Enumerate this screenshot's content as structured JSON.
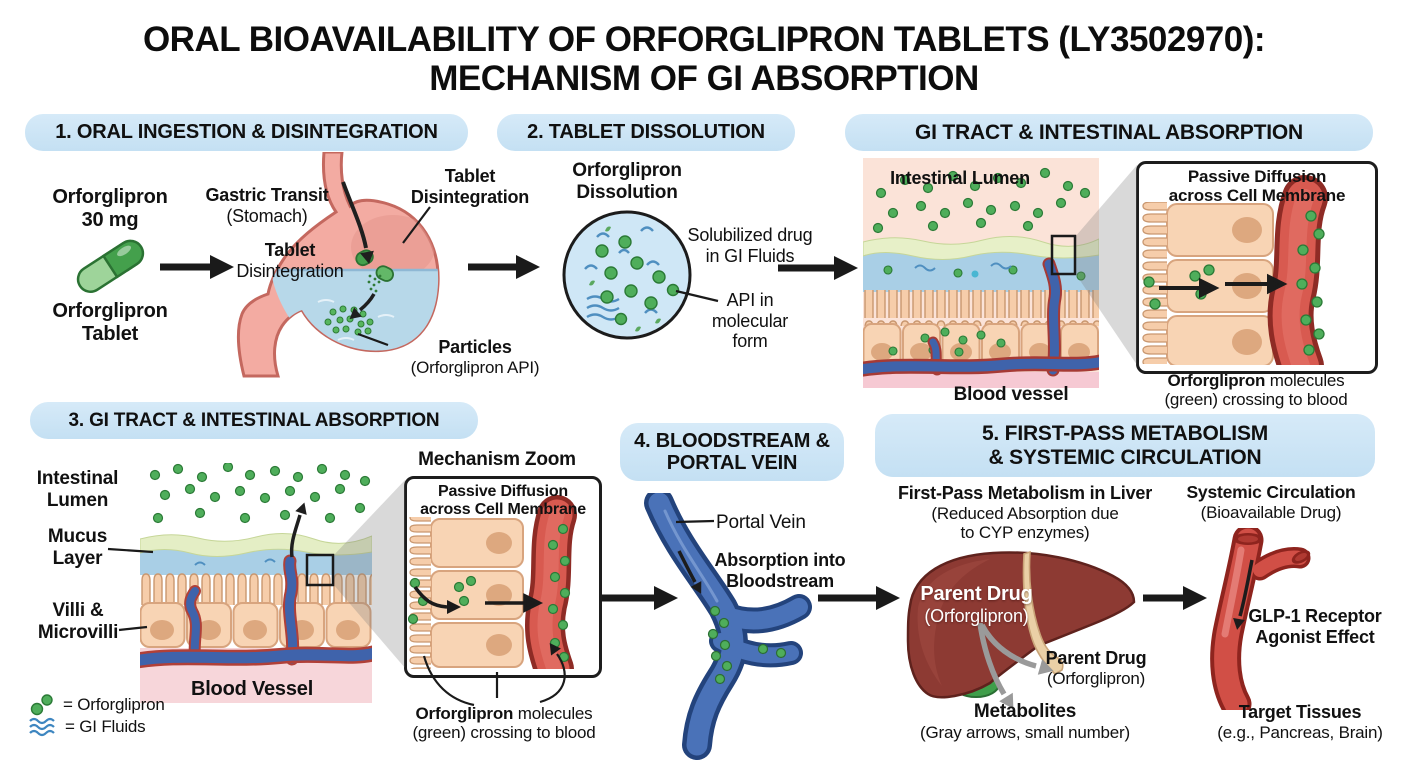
{
  "title": {
    "line1": "ORAL BIOAVAILABILITY OF ORFORGLIPRON TABLETS (LY3502970):",
    "line2": "MECHANISM OF GI ABSORPTION"
  },
  "colors": {
    "header_pill_bg": "#cde6f7",
    "molecule_green": "#4fae5b",
    "gi_fluid_blue": "#a9cfe6",
    "mucus_green": "#e4eec5",
    "vein_blue": "#4a72b8",
    "artery_red": "#d14f46",
    "liver_brown": "#8d3a33",
    "cell_peach": "#f8d4b4",
    "stomach_pink": "#f3aba2"
  },
  "section1": {
    "header": "1. ORAL INGESTION & DISINTEGRATION",
    "drug_line1": "Orforglipron",
    "drug_line2": "30 mg",
    "tablet_line1": "Orforglipron",
    "tablet_line2": "Tablet",
    "gastric_line1": "Gastric Transit",
    "gastric_line2": "(Stomach)",
    "disint_mid_line1": "Tablet",
    "disint_mid_line2": "Disintegration",
    "disint_top_line1": "Tablet",
    "disint_top_line2": "Disintegration",
    "particles_line1": "Particles",
    "particles_line2": "(Orforglipron API)"
  },
  "section2": {
    "header": "2. TABLET DISSOLUTION",
    "dissolution_line1": "Orforglipron",
    "dissolution_line2": "Dissolution",
    "solubilized_line1": "Solubilized drug",
    "solubilized_line2": "in GI Fluids",
    "api_line1": "API in",
    "api_line2": "molecular",
    "api_line3": "form"
  },
  "gi_top": {
    "header": "GI TRACT & INTESTINAL ABSORPTION",
    "lumen_label": "Intestinal Lumen",
    "blood_vessel_label": "Blood vessel",
    "inset_title_line1": "Passive Diffusion",
    "inset_title_line2": "across Cell Membrane",
    "caption_bold": "Orforglipron",
    "caption_rest": " molecules",
    "caption_line2": "(green) crossing to blood"
  },
  "section3": {
    "header": "3. GI TRACT & INTESTINAL ABSORPTION",
    "lumen_line1": "Intestinal",
    "lumen_line2": "Lumen",
    "mucus_line1": "Mucus",
    "mucus_line2": "Layer",
    "villi_line1": "Villi &",
    "villi_line2": "Microvilli",
    "blood_vessel_label": "Blood Vessel",
    "mechanism_zoom_label": "Mechanism Zoom",
    "inset_title_line1": "Passive Diffusion",
    "inset_title_line2": "across Cell Membrane",
    "caption_bold": "Orforglipron",
    "caption_rest": " molecules",
    "caption_line2": "(green) crossing to blood",
    "legend_molecule": "= Orforglipron",
    "legend_fluids": "= GI Fluids"
  },
  "section4": {
    "header_line1": "4. BLOODSTREAM &",
    "header_line2": "PORTAL VEIN",
    "portal_vein_label": "Portal Vein",
    "absorption_line1": "Absorption into",
    "absorption_line2": "Bloodstream"
  },
  "section5": {
    "header_line1": "5. FIRST-PASS METABOLISM",
    "header_line2": "& SYSTEMIC CIRCULATION",
    "liver_title": "First-Pass Metabolism in Liver",
    "liver_sub_line1": "(Reduced Absorption due",
    "liver_sub_line2": "to CYP enzymes)",
    "parent_white_line1": "Parent Drug",
    "parent_white_line2": "(Orforglipron)",
    "parent_black_line1": "Parent Drug",
    "parent_black_line2": "(Orforglipron)",
    "metabolites_line1": "Metabolites",
    "metabolites_line2": "(Gray arrows, small number)",
    "systemic_title": "Systemic Circulation",
    "systemic_sub": "(Bioavailable Drug)",
    "glp1_line1": "GLP-1 Receptor",
    "glp1_line2": "Agonist Effect",
    "target_line1": "Target Tissues",
    "target_line2": "(e.g., Pancreas, Brain)"
  }
}
